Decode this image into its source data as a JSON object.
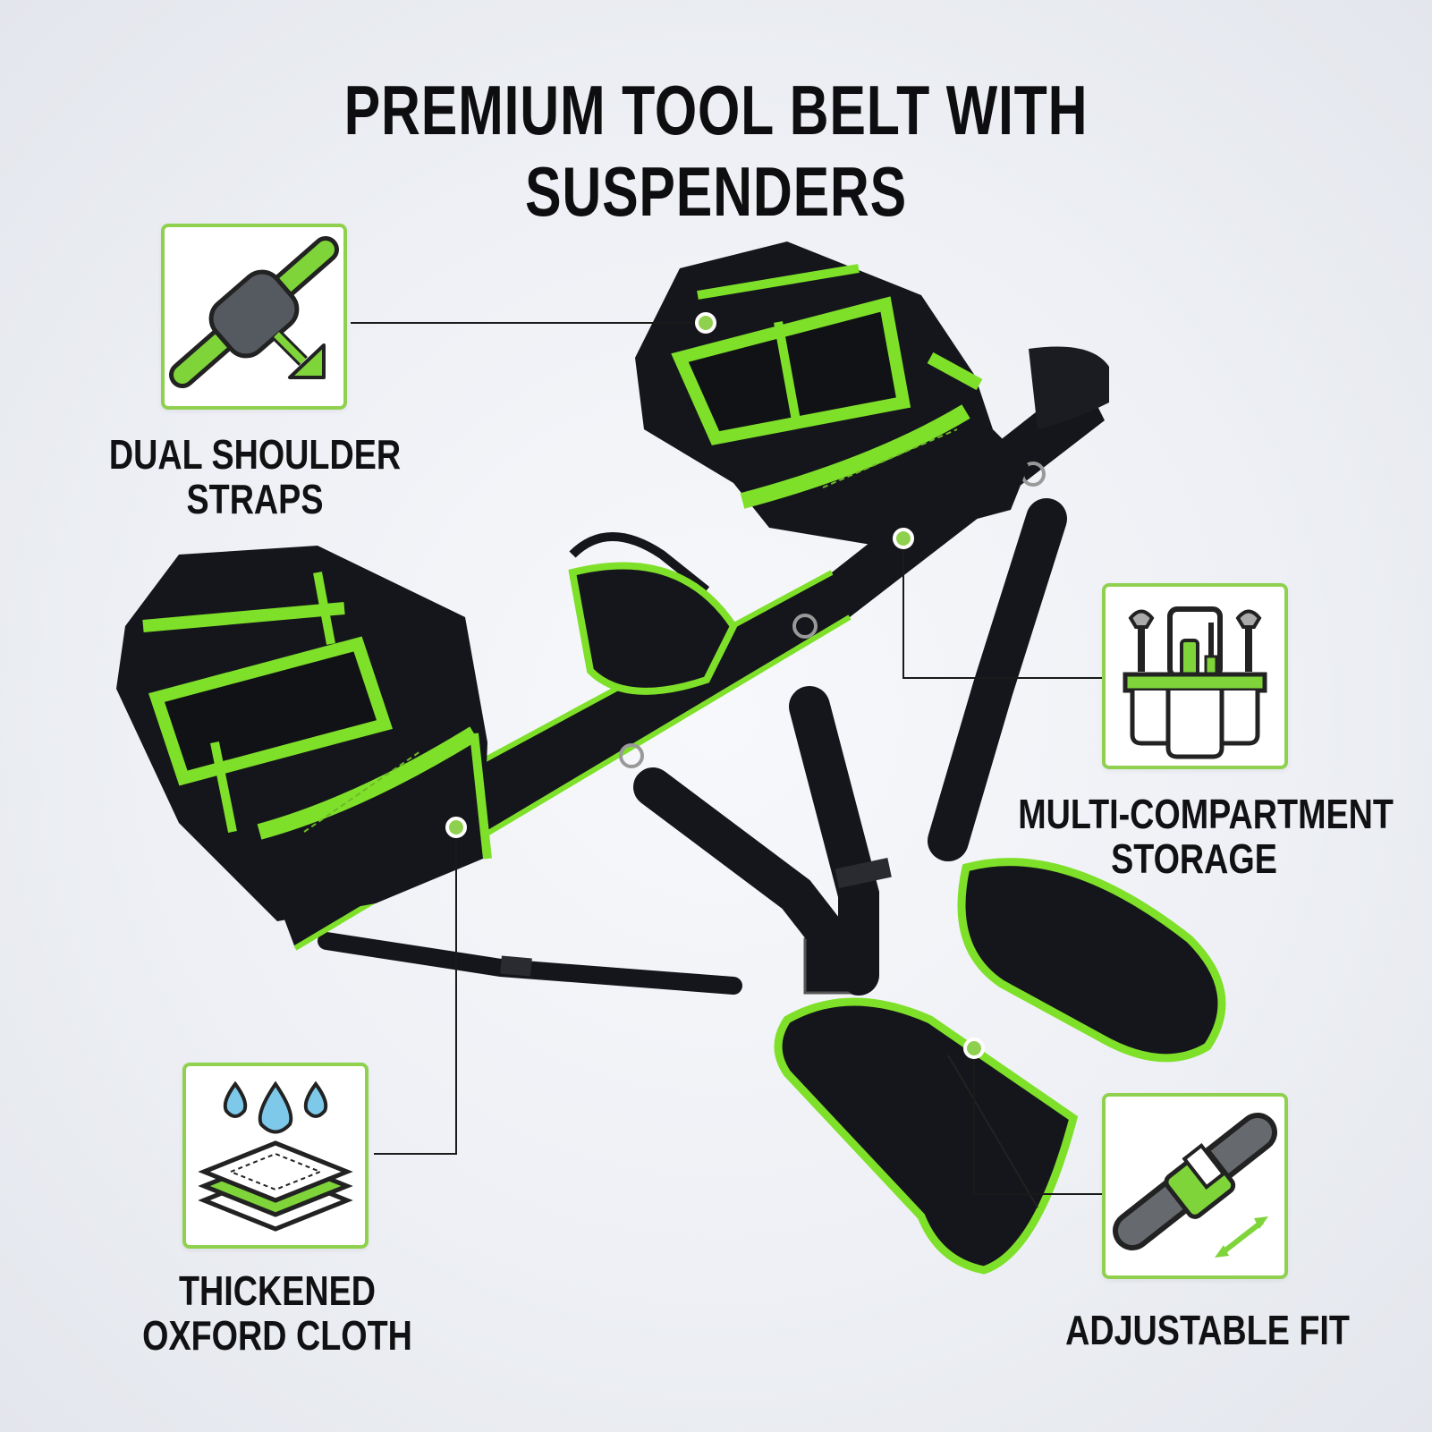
{
  "title": "PREMIUM TOOL BELT WITH SUSPENDERS",
  "features": {
    "shoulder": {
      "line1": "DUAL SHOULDER",
      "line2": "STRAPS",
      "icon": "shoulder-strap-icon"
    },
    "storage": {
      "line1": "MULTI-COMPARTMENT",
      "line2": "STORAGE",
      "icon": "tool-pouch-icon"
    },
    "cloth": {
      "line1": "THICKENED",
      "line2": "OXFORD CLOTH",
      "icon": "waterproof-fabric-icon"
    },
    "fit": {
      "line1": "ADJUSTABLE FIT",
      "icon": "buckle-adjust-icon"
    }
  },
  "colors": {
    "accent": "#7fe02a",
    "product_black": "#15161c",
    "connector": "#1a1a1a",
    "card_border": "#8fd14f"
  }
}
